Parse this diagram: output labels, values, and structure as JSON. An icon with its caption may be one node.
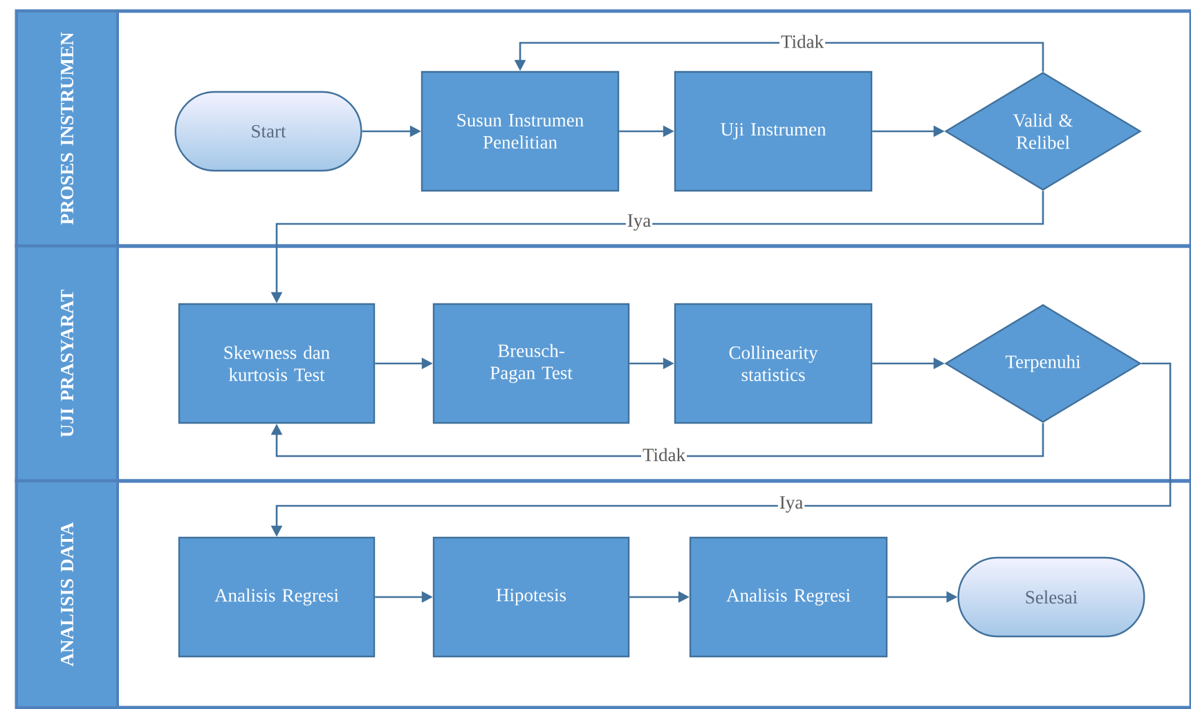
{
  "diagram": {
    "nodes": [
      {
        "text": [
          "PROSES INSTRUMEN"
        ]
      },
      {
        "text": [
          "Start"
        ],
        "in": 0
      },
      {
        "text": [
          "Susun Instrumen Penelitian"
        ],
        "in": 0
      },
      {
        "text": [
          "Uji Instrumen"
        ],
        "in": 0
      },
      {
        "text": [
          "Valid & Relibel"
        ],
        "in": 0
      },
      {
        "text": [
          "UJI PRASYARAT"
        ]
      },
      {
        "text": [
          "Skewness dan kurtosis Test"
        ],
        "in": 5
      },
      {
        "text": [
          "Breusch-Pagan Test"
        ],
        "in": 5
      },
      {
        "text": [
          "Collinearity statistics"
        ],
        "in": 5
      },
      {
        "text": [
          "Terpenuhi"
        ],
        "in": 5
      },
      {
        "text": [
          "ANALISIS DATA"
        ]
      },
      {
        "text": [
          "Analisis Regresi"
        ],
        "in": 10
      },
      {
        "text": [
          "Hipotesis"
        ],
        "in": 10
      },
      {
        "text": [
          "Analisis Regresi"
        ],
        "in": 10
      },
      {
        "text": [
          "Selesai"
        ],
        "in": 10
      }
    ],
    "edges": [
      {
        "from": 1,
        "to": 2,
        "arrow": "to"
      },
      {
        "from": 2,
        "to": 3,
        "arrow": "to"
      },
      {
        "from": 3,
        "to": 4,
        "arrow": "to"
      },
      {
        "from": 4,
        "to": 2,
        "arrow": "to",
        "label": "Tidak"
      },
      {
        "from": 4,
        "to": 6,
        "arrow": "to",
        "label": "Iya"
      },
      {
        "from": 6,
        "to": 7,
        "arrow": "to"
      },
      {
        "from": 7,
        "to": 8,
        "arrow": "to"
      },
      {
        "from": 8,
        "to": 9,
        "arrow": "to"
      },
      {
        "from": 9,
        "to": 6,
        "arrow": "to",
        "label": "Tidak"
      },
      {
        "from": 9,
        "to": 11,
        "arrow": "to",
        "label": "Iya"
      },
      {
        "from": 11,
        "to": 12,
        "arrow": "to"
      },
      {
        "from": 12,
        "to": 13,
        "arrow": "to"
      },
      {
        "from": 13,
        "to": 14,
        "arrow": "to"
      }
    ]
  }
}
